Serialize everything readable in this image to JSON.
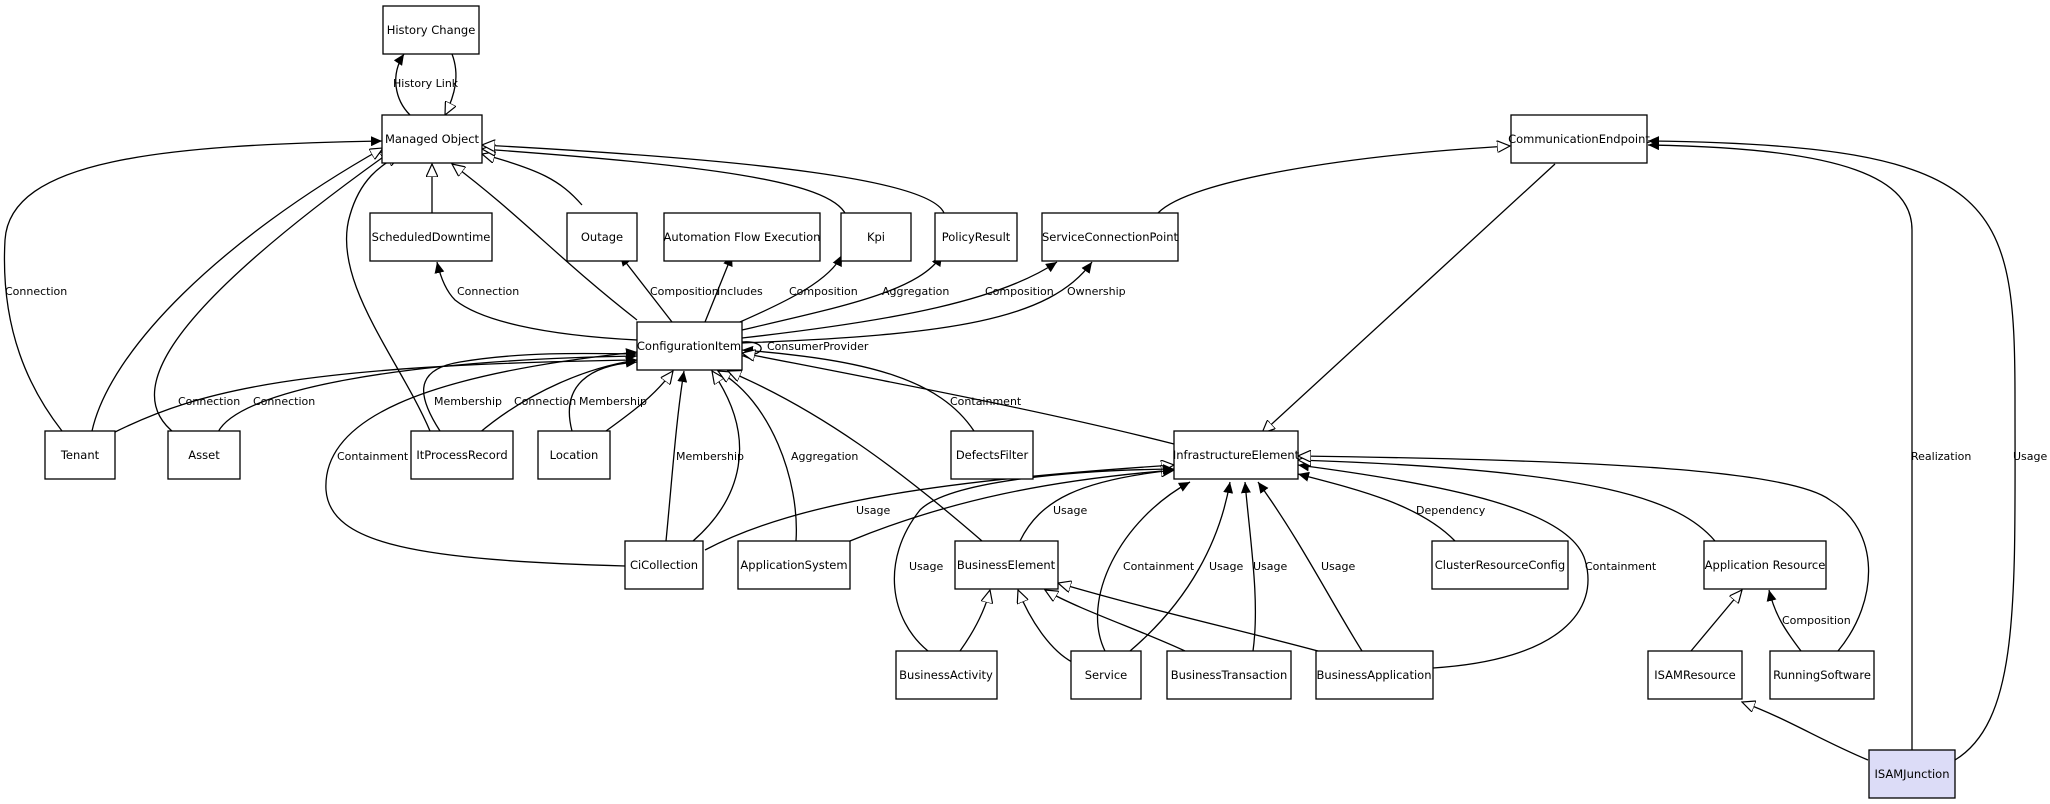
{
  "colors": {
    "node_fill": "#ffffff",
    "highlight_fill": "#dcdcf7",
    "stroke": "#000000"
  },
  "nodes": {
    "history_change": "History Change",
    "managed_object": "Managed Object",
    "communication_endpoint": "CommunicationEndpoint",
    "scheduled_downtime": "ScheduledDowntime",
    "outage": "Outage",
    "automation_flow_execution": "Automation Flow Execution",
    "kpi": "Kpi",
    "policy_result": "PolicyResult",
    "service_connection_point": "ServiceConnectionPoint",
    "configuration_item": "ConfigurationItem",
    "tenant": "Tenant",
    "asset": "Asset",
    "it_process_record": "ItProcessRecord",
    "location": "Location",
    "defects_filter": "DefectsFilter",
    "infrastructure_element": "InfrastructureElement",
    "ci_collection": "CiCollection",
    "application_system": "ApplicationSystem",
    "business_element": "BusinessElement",
    "cluster_resource_config": "ClusterResourceConfig",
    "application_resource": "Application Resource",
    "business_activity": "BusinessActivity",
    "service": "Service",
    "business_transaction": "BusinessTransaction",
    "business_application": "BusinessApplication",
    "isam_resource": "ISAMResource",
    "running_software": "RunningSoftware",
    "isam_junction": "ISAMJunction"
  },
  "edge_labels": {
    "history_link": "History Link",
    "tenant_mo": "Connection",
    "sd_ci": "Connection",
    "outage_ci": "Composition",
    "afe_ci": "Includes",
    "kpi_ci": "Composition",
    "pr_ci": "Aggregation",
    "scp_ci": "Composition",
    "scp_owner": "Ownership",
    "ci_self": "ConsumerProvider",
    "tenant_ci": "Connection",
    "asset_ci": "Connection",
    "ipr_membership": "Membership",
    "ipr_connection": "Connection",
    "location_ci": "Membership",
    "defects_ci": "Containment",
    "cic_containment": "Containment",
    "cic_membership": "Membership",
    "as_aggregation": "Aggregation",
    "cic_usage": "Usage",
    "be_usage": "Usage",
    "ba_usage": "Usage",
    "svc_containment": "Containment",
    "svc_usage": "Usage",
    "bt_usage": "Usage",
    "bapp_usage": "Usage",
    "crc_dependency": "Dependency",
    "bapp_containment": "Containment",
    "rs_composition": "Composition",
    "isam_realization": "Realization",
    "isam_usage": "Usage"
  }
}
